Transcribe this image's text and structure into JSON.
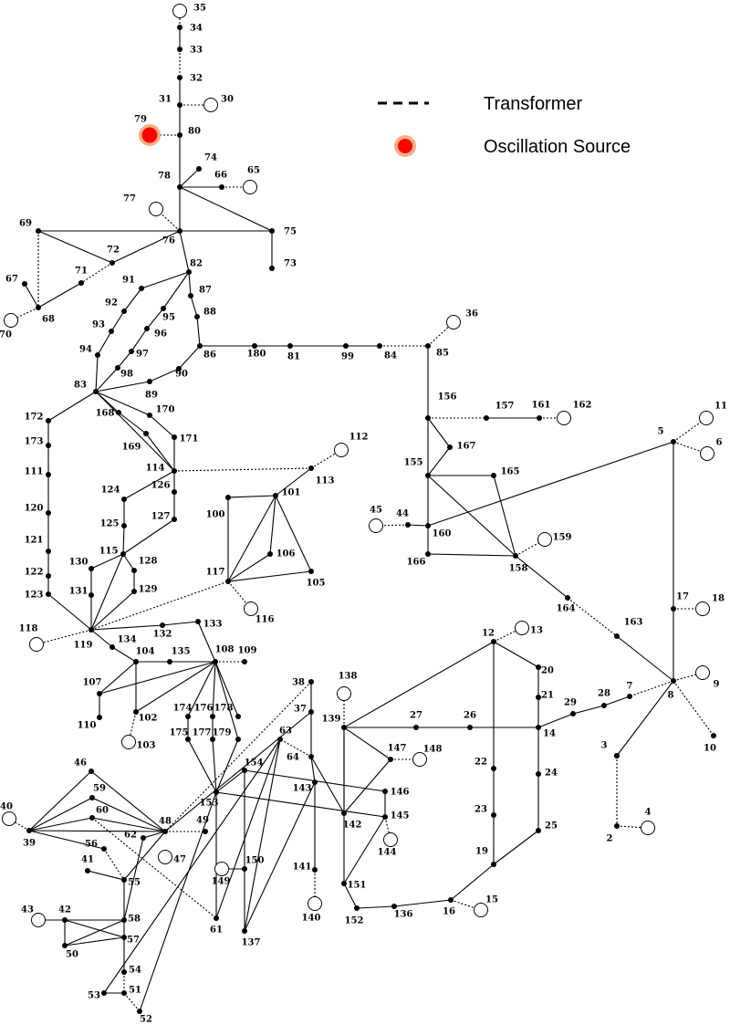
{
  "legend": {
    "transformer_label": "Transformer",
    "oscillation_label": "Oscillation Source"
  },
  "colors": {
    "oscillation_fill": "#ff0000",
    "oscillation_ring": "#f4b183"
  },
  "nodes": [
    {
      "id": "1",
      "label": ""
    },
    {
      "id": "2",
      "label": "2"
    },
    {
      "id": "3",
      "label": "3"
    },
    {
      "id": "4",
      "label": "4"
    },
    {
      "id": "5",
      "label": "5"
    },
    {
      "id": "6",
      "label": "6"
    },
    {
      "id": "7",
      "label": "7"
    },
    {
      "id": "8",
      "label": "8"
    },
    {
      "id": "9",
      "label": "9"
    },
    {
      "id": "10",
      "label": "10"
    },
    {
      "id": "11",
      "label": "11"
    },
    {
      "id": "12",
      "label": "12"
    },
    {
      "id": "13",
      "label": "13"
    },
    {
      "id": "14",
      "label": "14"
    },
    {
      "id": "15",
      "label": "15"
    },
    {
      "id": "16",
      "label": "16"
    },
    {
      "id": "17",
      "label": "17"
    },
    {
      "id": "18",
      "label": "18"
    },
    {
      "id": "19",
      "label": "19"
    },
    {
      "id": "20",
      "label": "20"
    },
    {
      "id": "21",
      "label": "21"
    },
    {
      "id": "22",
      "label": "22"
    },
    {
      "id": "23",
      "label": "23"
    },
    {
      "id": "24",
      "label": "24"
    },
    {
      "id": "25",
      "label": "25"
    },
    {
      "id": "26",
      "label": "26"
    },
    {
      "id": "27",
      "label": "27"
    },
    {
      "id": "28",
      "label": "28"
    },
    {
      "id": "29",
      "label": "29"
    },
    {
      "id": "30",
      "label": "30"
    },
    {
      "id": "31",
      "label": "31"
    },
    {
      "id": "32",
      "label": "32"
    },
    {
      "id": "33",
      "label": "33"
    },
    {
      "id": "34",
      "label": "34"
    },
    {
      "id": "35",
      "label": "35"
    },
    {
      "id": "36",
      "label": "36"
    },
    {
      "id": "37",
      "label": "37"
    },
    {
      "id": "38",
      "label": "38"
    },
    {
      "id": "39",
      "label": "39"
    },
    {
      "id": "40",
      "label": "40"
    },
    {
      "id": "41",
      "label": "41"
    },
    {
      "id": "42",
      "label": "42"
    },
    {
      "id": "43",
      "label": "43"
    },
    {
      "id": "44",
      "label": "44"
    },
    {
      "id": "45",
      "label": "45"
    },
    {
      "id": "46",
      "label": "46"
    },
    {
      "id": "47",
      "label": "47"
    },
    {
      "id": "48",
      "label": "48"
    },
    {
      "id": "49",
      "label": "49"
    },
    {
      "id": "50",
      "label": "50"
    },
    {
      "id": "51",
      "label": "51"
    },
    {
      "id": "52",
      "label": "52"
    },
    {
      "id": "53",
      "label": "53"
    },
    {
      "id": "54",
      "label": "54"
    },
    {
      "id": "55",
      "label": "55"
    },
    {
      "id": "56",
      "label": "56"
    },
    {
      "id": "57",
      "label": "57"
    },
    {
      "id": "58",
      "label": "58"
    },
    {
      "id": "59",
      "label": "59"
    },
    {
      "id": "60",
      "label": "60"
    },
    {
      "id": "61",
      "label": "61"
    },
    {
      "id": "62",
      "label": "62"
    },
    {
      "id": "63",
      "label": "63"
    },
    {
      "id": "64",
      "label": "64"
    },
    {
      "id": "65",
      "label": "65"
    },
    {
      "id": "66",
      "label": "66"
    },
    {
      "id": "67",
      "label": "67"
    },
    {
      "id": "68",
      "label": "68"
    },
    {
      "id": "69",
      "label": "69"
    },
    {
      "id": "70",
      "label": "70"
    },
    {
      "id": "71",
      "label": "71"
    },
    {
      "id": "72",
      "label": "72"
    },
    {
      "id": "73",
      "label": "73"
    },
    {
      "id": "74",
      "label": "74"
    },
    {
      "id": "75",
      "label": "75"
    },
    {
      "id": "76",
      "label": "76"
    },
    {
      "id": "77",
      "label": "77"
    },
    {
      "id": "78",
      "label": "78"
    },
    {
      "id": "79",
      "label": "79"
    },
    {
      "id": "80",
      "label": "80"
    },
    {
      "id": "81",
      "label": "81"
    },
    {
      "id": "82",
      "label": "82"
    },
    {
      "id": "83",
      "label": "83"
    },
    {
      "id": "84",
      "label": "84"
    },
    {
      "id": "85",
      "label": "85"
    },
    {
      "id": "86",
      "label": "86"
    },
    {
      "id": "87",
      "label": "87"
    },
    {
      "id": "88",
      "label": "88"
    },
    {
      "id": "89",
      "label": "89"
    },
    {
      "id": "90",
      "label": "90"
    },
    {
      "id": "91",
      "label": "91"
    },
    {
      "id": "92",
      "label": "92"
    },
    {
      "id": "93",
      "label": "93"
    },
    {
      "id": "94",
      "label": "94"
    },
    {
      "id": "95",
      "label": "95"
    },
    {
      "id": "96",
      "label": "96"
    },
    {
      "id": "97",
      "label": "97"
    },
    {
      "id": "98",
      "label": "98"
    },
    {
      "id": "99",
      "label": "99"
    },
    {
      "id": "100",
      "label": "100"
    },
    {
      "id": "101",
      "label": "101"
    },
    {
      "id": "102",
      "label": "102"
    },
    {
      "id": "103",
      "label": "103"
    },
    {
      "id": "104",
      "label": "104"
    },
    {
      "id": "105",
      "label": "105"
    },
    {
      "id": "106",
      "label": "106"
    },
    {
      "id": "107",
      "label": "107"
    },
    {
      "id": "108",
      "label": "108"
    },
    {
      "id": "109",
      "label": "109"
    },
    {
      "id": "110",
      "label": "110"
    },
    {
      "id": "111",
      "label": "111"
    },
    {
      "id": "112",
      "label": "112"
    },
    {
      "id": "113",
      "label": "113"
    },
    {
      "id": "114",
      "label": "114"
    },
    {
      "id": "115",
      "label": "115"
    },
    {
      "id": "116",
      "label": "116"
    },
    {
      "id": "117",
      "label": "117"
    },
    {
      "id": "118",
      "label": "118"
    },
    {
      "id": "119",
      "label": "119"
    },
    {
      "id": "120",
      "label": "120"
    },
    {
      "id": "121",
      "label": "121"
    },
    {
      "id": "122",
      "label": "122"
    },
    {
      "id": "123",
      "label": "123"
    },
    {
      "id": "124",
      "label": "124"
    },
    {
      "id": "125",
      "label": "125"
    },
    {
      "id": "126",
      "label": "126"
    },
    {
      "id": "127",
      "label": "127"
    },
    {
      "id": "128",
      "label": "128"
    },
    {
      "id": "129",
      "label": "129"
    },
    {
      "id": "130",
      "label": "130"
    },
    {
      "id": "131",
      "label": "131"
    },
    {
      "id": "132",
      "label": "132"
    },
    {
      "id": "133",
      "label": "133"
    },
    {
      "id": "134",
      "label": "134"
    },
    {
      "id": "135",
      "label": "135"
    },
    {
      "id": "136",
      "label": "136"
    },
    {
      "id": "137",
      "label": "137"
    },
    {
      "id": "138",
      "label": "138"
    },
    {
      "id": "139",
      "label": "139"
    },
    {
      "id": "140",
      "label": "140"
    },
    {
      "id": "141",
      "label": "141"
    },
    {
      "id": "142",
      "label": "142"
    },
    {
      "id": "143",
      "label": "143"
    },
    {
      "id": "144",
      "label": "144"
    },
    {
      "id": "145",
      "label": "145"
    },
    {
      "id": "146",
      "label": "146"
    },
    {
      "id": "147",
      "label": "147"
    },
    {
      "id": "148",
      "label": "148"
    },
    {
      "id": "149",
      "label": "149"
    },
    {
      "id": "150",
      "label": "150"
    },
    {
      "id": "151",
      "label": "151"
    },
    {
      "id": "152",
      "label": "152"
    },
    {
      "id": "153",
      "label": "153"
    },
    {
      "id": "154",
      "label": "154"
    },
    {
      "id": "155",
      "label": "155"
    },
    {
      "id": "156",
      "label": "156"
    },
    {
      "id": "157",
      "label": "157"
    },
    {
      "id": "158",
      "label": "158"
    },
    {
      "id": "159",
      "label": "159"
    },
    {
      "id": "160",
      "label": "160"
    },
    {
      "id": "161",
      "label": "161"
    },
    {
      "id": "162",
      "label": "162"
    },
    {
      "id": "163",
      "label": "163"
    },
    {
      "id": "164",
      "label": "164"
    },
    {
      "id": "165",
      "label": "165"
    },
    {
      "id": "166",
      "label": "166"
    },
    {
      "id": "167",
      "label": "167"
    },
    {
      "id": "168",
      "label": "168"
    },
    {
      "id": "169",
      "label": "169"
    },
    {
      "id": "170",
      "label": "170"
    },
    {
      "id": "171",
      "label": "171"
    },
    {
      "id": "172",
      "label": "172"
    },
    {
      "id": "173",
      "label": "173"
    },
    {
      "id": "174",
      "label": "174"
    },
    {
      "id": "175",
      "label": "175"
    },
    {
      "id": "176",
      "label": "176"
    },
    {
      "id": "177",
      "label": "177"
    },
    {
      "id": "178",
      "label": "178"
    },
    {
      "id": "179",
      "label": "179"
    },
    {
      "id": "180",
      "label": "180"
    }
  ]
}
